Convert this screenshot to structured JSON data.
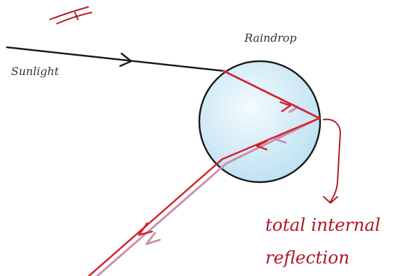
{
  "labels": {
    "sunlight": "Sunlight",
    "raindrop": "Raindrop"
  },
  "annotation": {
    "line1": "total internal",
    "line2": "reflection"
  },
  "colors": {
    "incident_ray": "#1a1a1a",
    "red_ray": "#d61f2b",
    "violet_ray": "#c88fb0",
    "drop_fill": "#d5ecf6",
    "drop_outline": "#1a1a1a",
    "ink": "#b0172a"
  }
}
